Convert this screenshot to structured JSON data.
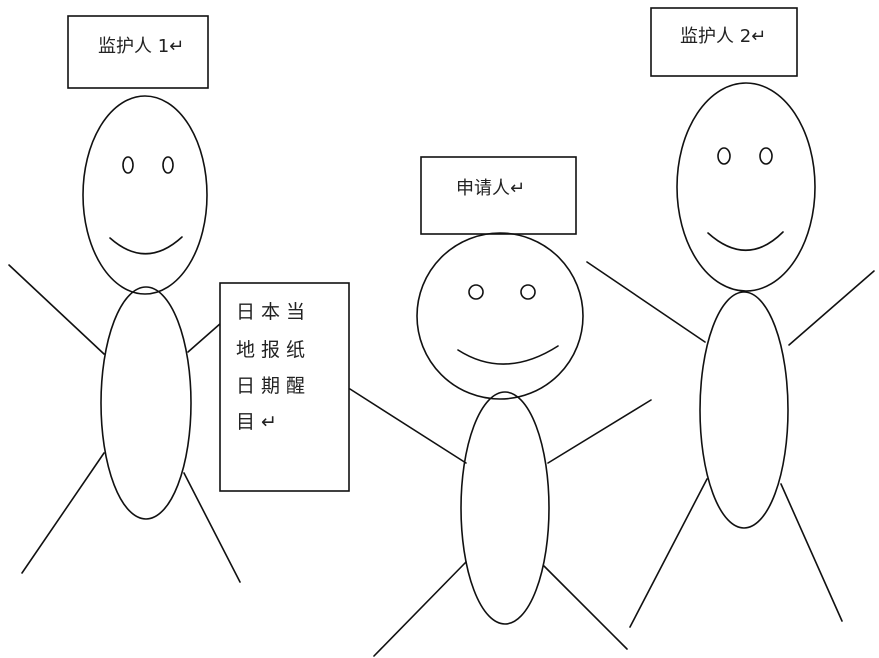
{
  "labels": {
    "guardian_1": "监护人 1↵",
    "guardian_2": "监护人 2↵",
    "applicant": "申请人↵"
  },
  "note": {
    "lines": [
      "日本当",
      "地报纸",
      "日期醒",
      "目↵"
    ]
  }
}
